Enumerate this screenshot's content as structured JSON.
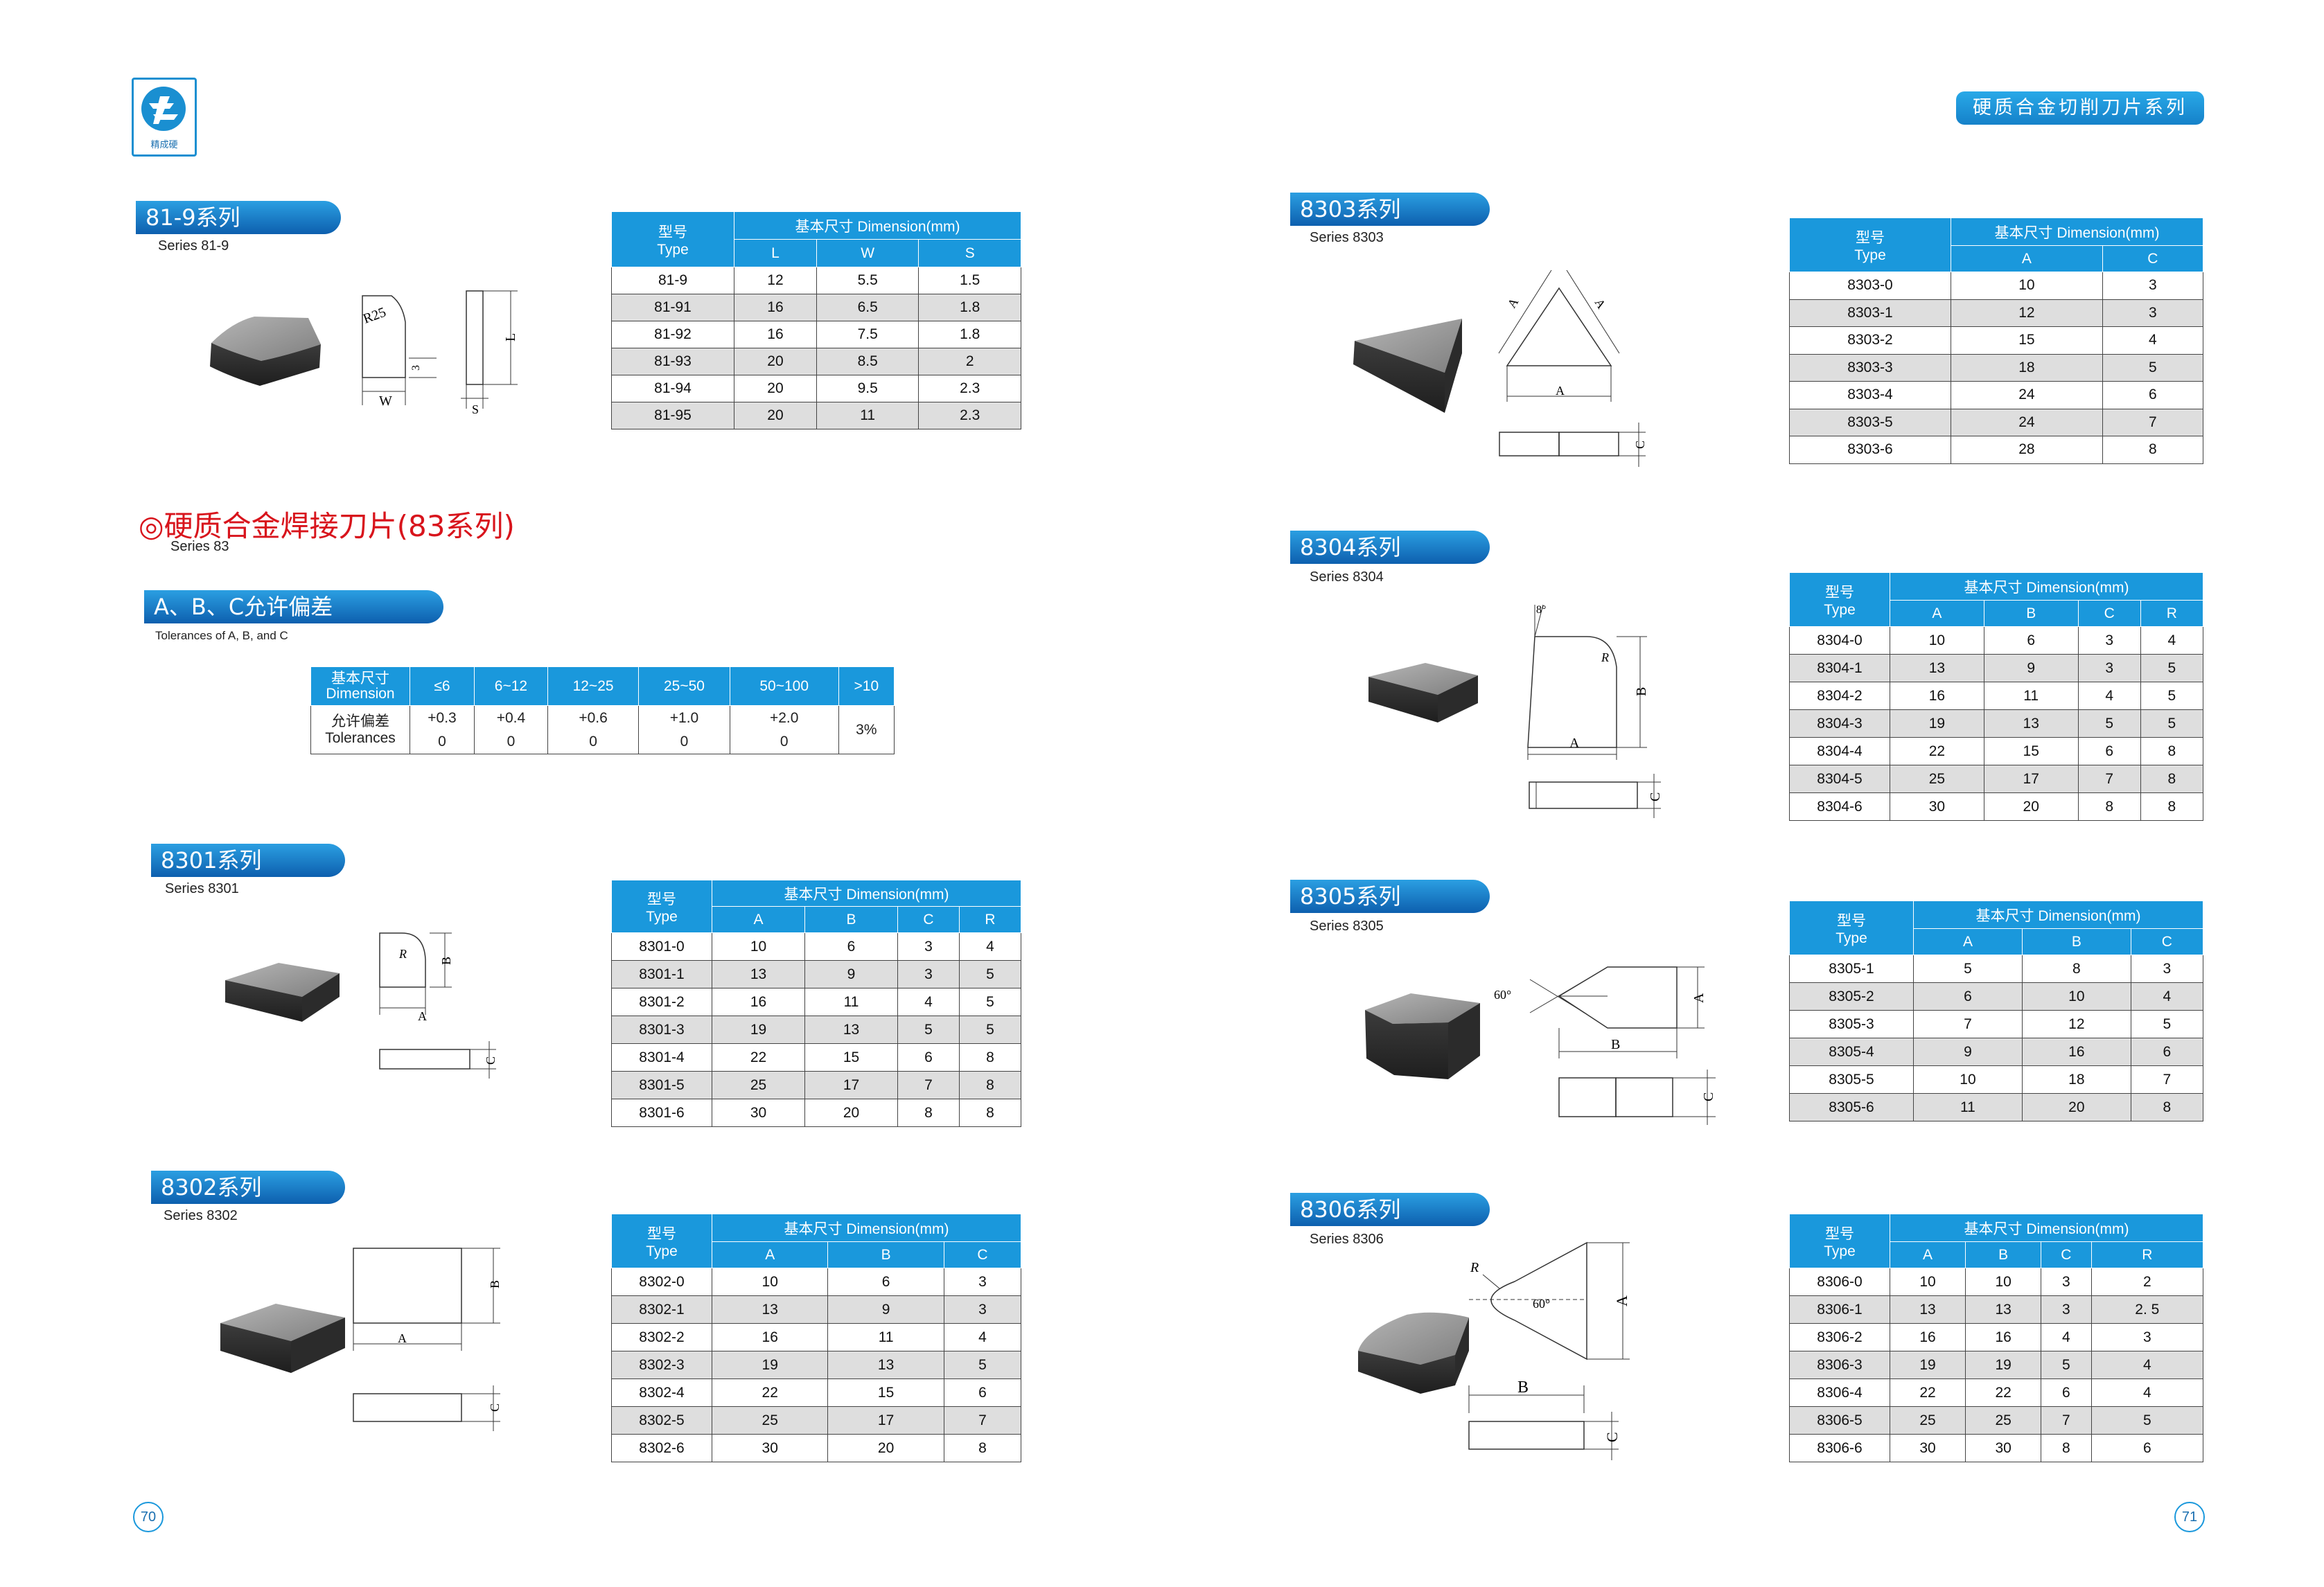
{
  "logo": {
    "text": "精成硬",
    "icon": "company-logo-icon"
  },
  "header_pill": "硬质合金切削刀片系列",
  "pages": {
    "left": "70",
    "right": "71"
  },
  "s819": {
    "title": "81-9系列",
    "sub": "Series 81-9",
    "dims": {
      "r": "R25",
      "l": "L",
      "w": "W",
      "s": "S",
      "three": "3"
    },
    "table": {
      "type_cn": "型号",
      "type_en": "Type",
      "dim": "基本尺寸  Dimension(mm)",
      "cols": [
        "L",
        "W",
        "S"
      ],
      "rows": [
        [
          "81-9",
          "12",
          "5.5",
          "1.5"
        ],
        [
          "81-91",
          "16",
          "6.5",
          "1.8"
        ],
        [
          "81-92",
          "16",
          "7.5",
          "1.8"
        ],
        [
          "81-93",
          "20",
          "8.5",
          "2"
        ],
        [
          "81-94",
          "20",
          "9.5",
          "2.3"
        ],
        [
          "81-95",
          "20",
          "11",
          "2.3"
        ]
      ]
    }
  },
  "s83": {
    "title": "◎硬质合金焊接刀片(83系列)",
    "sub": "Series 83"
  },
  "tol": {
    "title": "A、B、C允许偏差",
    "sub": "Tolerances of A, B, and C",
    "head_cn": "基本尺寸",
    "head_en": "Dimension",
    "ranges": [
      "≤6",
      "6~12",
      "12~25",
      "25~50",
      "50~100",
      ">10"
    ],
    "row_cn": "允许偏差",
    "row_en": "Tolerances",
    "plus": [
      "+0.3",
      "+0.4",
      "+0.6",
      "+1.0",
      "+2.0"
    ],
    "zero": [
      "0",
      "0",
      "0",
      "0",
      "0"
    ],
    "pct": "3%"
  },
  "s8301": {
    "title": "8301系列",
    "sub": "Series 8301",
    "dims": {
      "a": "A",
      "b": "B",
      "c": "C",
      "r": "R"
    },
    "table": {
      "type_cn": "型号",
      "type_en": "Type",
      "dim": "基本尺寸  Dimension(mm)",
      "cols": [
        "A",
        "B",
        "C",
        "R"
      ],
      "rows": [
        [
          "8301-0",
          "10",
          "6",
          "3",
          "4"
        ],
        [
          "8301-1",
          "13",
          "9",
          "3",
          "5"
        ],
        [
          "8301-2",
          "16",
          "11",
          "4",
          "5"
        ],
        [
          "8301-3",
          "19",
          "13",
          "5",
          "5"
        ],
        [
          "8301-4",
          "22",
          "15",
          "6",
          "8"
        ],
        [
          "8301-5",
          "25",
          "17",
          "7",
          "8"
        ],
        [
          "8301-6",
          "30",
          "20",
          "8",
          "8"
        ]
      ]
    }
  },
  "s8302": {
    "title": "8302系列",
    "sub": "Series 8302",
    "dims": {
      "a": "A",
      "b": "B",
      "c": "C"
    },
    "table": {
      "type_cn": "型号",
      "type_en": "Type",
      "dim": "基本尺寸  Dimension(mm)",
      "cols": [
        "A",
        "B",
        "C"
      ],
      "rows": [
        [
          "8302-0",
          "10",
          "6",
          "3"
        ],
        [
          "8302-1",
          "13",
          "9",
          "3"
        ],
        [
          "8302-2",
          "16",
          "11",
          "4"
        ],
        [
          "8302-3",
          "19",
          "13",
          "5"
        ],
        [
          "8302-4",
          "22",
          "15",
          "6"
        ],
        [
          "8302-5",
          "25",
          "17",
          "7"
        ],
        [
          "8302-6",
          "30",
          "20",
          "8"
        ]
      ]
    }
  },
  "s8303": {
    "title": "8303系列",
    "sub": "Series 8303",
    "dims": {
      "a": "A",
      "c": "C"
    },
    "table": {
      "type_cn": "型号",
      "type_en": "Type",
      "dim": "基本尺寸  Dimension(mm)",
      "cols": [
        "A",
        "C"
      ],
      "rows": [
        [
          "8303-0",
          "10",
          "3"
        ],
        [
          "8303-1",
          "12",
          "3"
        ],
        [
          "8303-2",
          "15",
          "4"
        ],
        [
          "8303-3",
          "18",
          "5"
        ],
        [
          "8303-4",
          "24",
          "6"
        ],
        [
          "8303-5",
          "24",
          "7"
        ],
        [
          "8303-6",
          "28",
          "8"
        ]
      ]
    }
  },
  "s8304": {
    "title": "8304系列",
    "sub": "Series 8304",
    "dims": {
      "a": "A",
      "b": "B",
      "c": "C",
      "r": "R",
      "ang": "8°"
    },
    "table": {
      "type_cn": "型号",
      "type_en": "Type",
      "dim": "基本尺寸  Dimension(mm)",
      "cols": [
        "A",
        "B",
        "C",
        "R"
      ],
      "rows": [
        [
          "8304-0",
          "10",
          "6",
          "3",
          "4"
        ],
        [
          "8304-1",
          "13",
          "9",
          "3",
          "5"
        ],
        [
          "8304-2",
          "16",
          "11",
          "4",
          "5"
        ],
        [
          "8304-3",
          "19",
          "13",
          "5",
          "5"
        ],
        [
          "8304-4",
          "22",
          "15",
          "6",
          "8"
        ],
        [
          "8304-5",
          "25",
          "17",
          "7",
          "8"
        ],
        [
          "8304-6",
          "30",
          "20",
          "8",
          "8"
        ]
      ]
    }
  },
  "s8305": {
    "title": "8305系列",
    "sub": "Series 8305",
    "dims": {
      "a": "A",
      "b": "B",
      "c": "C",
      "ang": "60°"
    },
    "table": {
      "type_cn": "型号",
      "type_en": "Type",
      "dim": "基本尺寸  Dimension(mm)",
      "cols": [
        "A",
        "B",
        "C"
      ],
      "rows": [
        [
          "8305-1",
          "5",
          "8",
          "3"
        ],
        [
          "8305-2",
          "6",
          "10",
          "4"
        ],
        [
          "8305-3",
          "7",
          "12",
          "5"
        ],
        [
          "8305-4",
          "9",
          "16",
          "6"
        ],
        [
          "8305-5",
          "10",
          "18",
          "7"
        ],
        [
          "8305-6",
          "11",
          "20",
          "8"
        ]
      ]
    }
  },
  "s8306": {
    "title": "8306系列",
    "sub": "Series 8306",
    "dims": {
      "a": "A",
      "b": "B",
      "c": "C",
      "r": "R",
      "ang": "60°"
    },
    "table": {
      "type_cn": "型号",
      "type_en": "Type",
      "dim": "基本尺寸  Dimension(mm)",
      "cols": [
        "A",
        "B",
        "C",
        "R"
      ],
      "rows": [
        [
          "8306-0",
          "10",
          "10",
          "3",
          "2"
        ],
        [
          "8306-1",
          "13",
          "13",
          "3",
          "2. 5"
        ],
        [
          "8306-2",
          "16",
          "16",
          "4",
          "3"
        ],
        [
          "8306-3",
          "19",
          "19",
          "5",
          "4"
        ],
        [
          "8306-4",
          "22",
          "22",
          "6",
          "4"
        ],
        [
          "8306-5",
          "25",
          "25",
          "7",
          "5"
        ],
        [
          "8306-6",
          "30",
          "30",
          "8",
          "6"
        ]
      ]
    }
  }
}
